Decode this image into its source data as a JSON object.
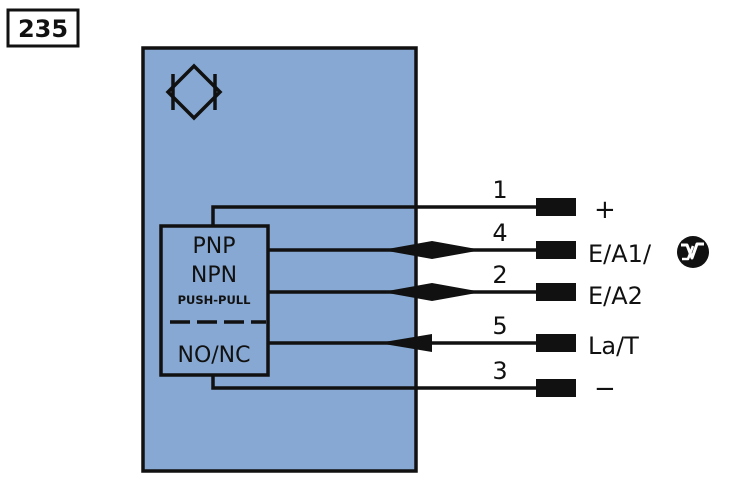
{
  "diagram_number": "235",
  "logic_block": {
    "line1": "PNP",
    "line2": "NPN",
    "line3": "PUSH-PULL",
    "line4": "NO/NC"
  },
  "wires": [
    {
      "pin": "1",
      "signal": "+"
    },
    {
      "pin": "4",
      "signal": "E/A1/"
    },
    {
      "pin": "2",
      "signal": "E/A2"
    },
    {
      "pin": "5",
      "signal": "La/T"
    },
    {
      "pin": "3",
      "signal": "−"
    }
  ],
  "colors": {
    "sensor_body": "#86a8d2",
    "line": "#111111",
    "background": "#ffffff"
  },
  "icons": {
    "sensor_symbol": "proximity-sensor-icon",
    "io_link_symbol": "io-link-icon"
  }
}
